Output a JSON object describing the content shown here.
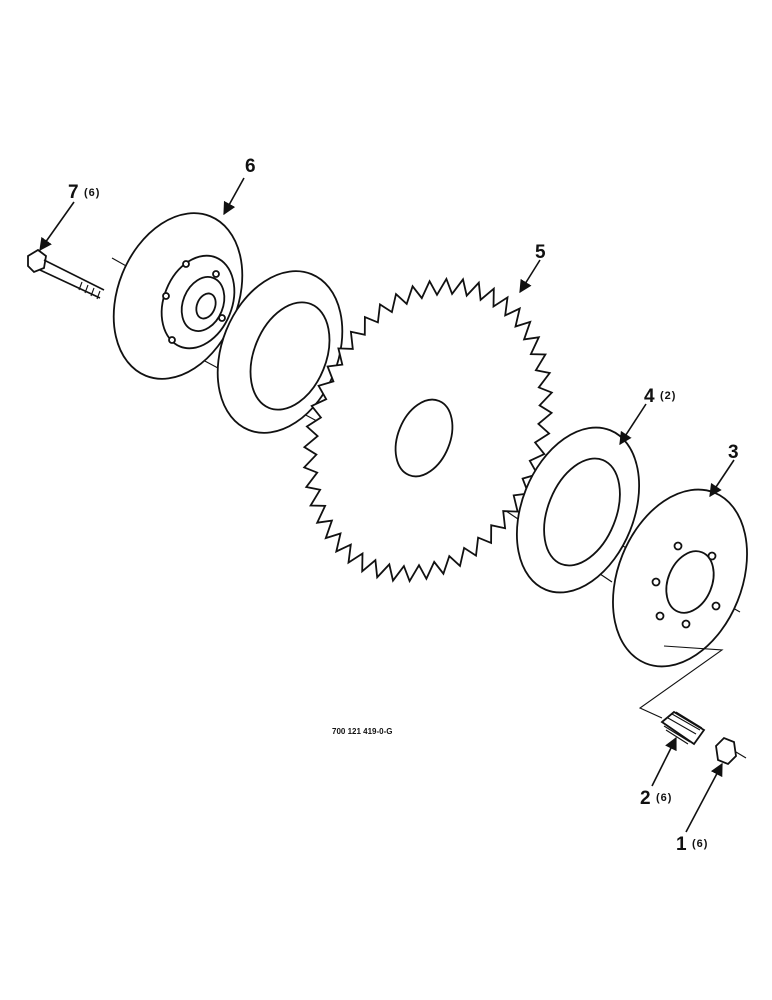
{
  "callouts": [
    {
      "id": "1",
      "number": "1",
      "qty": "(6)"
    },
    {
      "id": "2",
      "number": "2",
      "qty": "(6)"
    },
    {
      "id": "3",
      "number": "3",
      "qty": ""
    },
    {
      "id": "4",
      "number": "4",
      "qty": "(2)"
    },
    {
      "id": "5",
      "number": "5",
      "qty": ""
    },
    {
      "id": "6",
      "number": "6",
      "qty": ""
    },
    {
      "id": "7",
      "number": "7",
      "qty": "(6)"
    }
  ],
  "drawing_code": "700 121 419-0-G"
}
